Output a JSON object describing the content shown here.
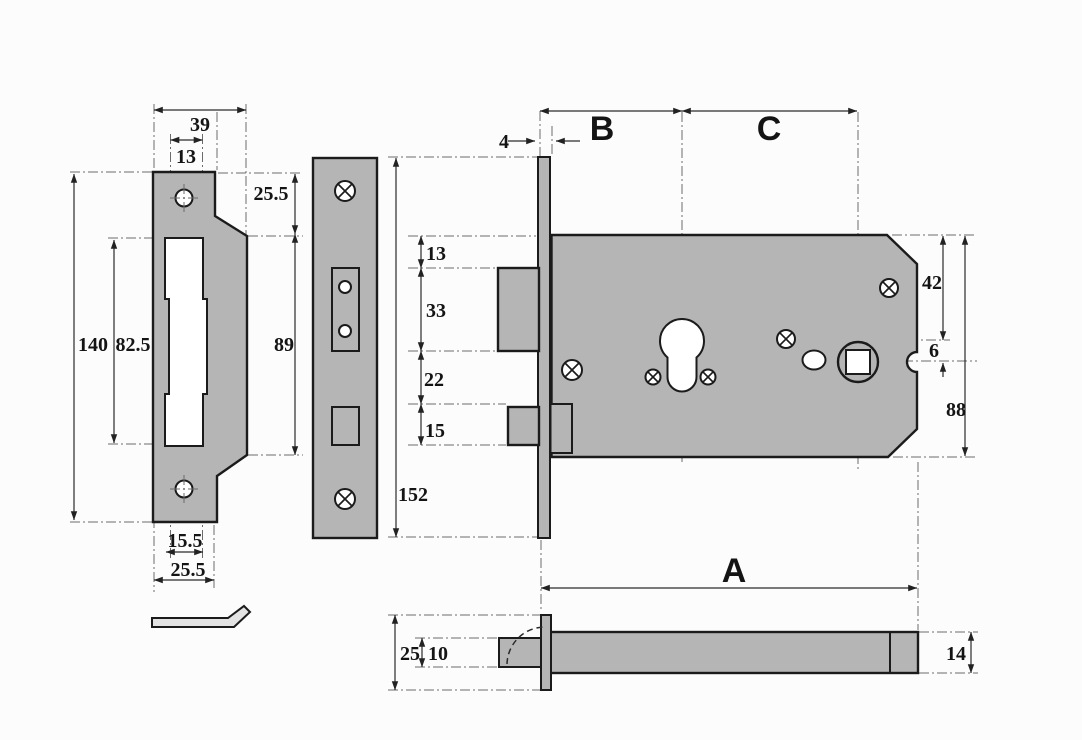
{
  "dims": {
    "strike_plate": {
      "width_top": "39",
      "lip_width": "13",
      "top_height": "25.5",
      "overall_height": "140",
      "aperture_height": "82.5",
      "body_height": "89",
      "slot_width": "15.5",
      "plate_width": "25.5"
    },
    "forend": {
      "case_top_to_latch": "13",
      "latch_height": "33",
      "latch_to_bolt": "22",
      "bolt_height": "15",
      "height": "152"
    },
    "case": {
      "forend_thickness": "4",
      "backset": "B",
      "centres": "C",
      "top_to_cylinder": "42",
      "centre_offset": "6",
      "height": "88",
      "length": "A"
    },
    "side": {
      "forend_width": "25",
      "bolt_thickness": "10",
      "case_thickness": "14"
    }
  },
  "colors": {
    "metal": "#b5b5b5",
    "metal_light": "#e3e3e3",
    "hole": "#ffffff",
    "outline": "#1b1b1b",
    "dimension": "#2b2b2b",
    "centerline": "#6b6b6b",
    "background": "#fcfcfc"
  }
}
